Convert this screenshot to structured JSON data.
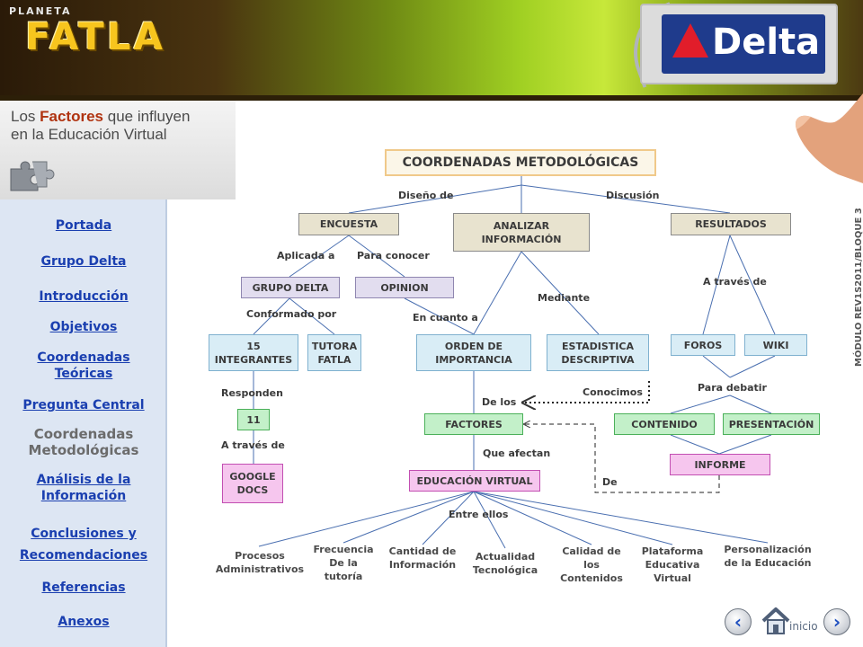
{
  "header": {
    "brand_top": "PLANETA",
    "brand_main": "FATLA",
    "partner_logo": "Delta"
  },
  "subtitle": {
    "line1_a": "Los ",
    "line1_b": "Factores",
    "line1_c": " que influyen",
    "line2": "en la Educación Virtual"
  },
  "module_label": "MÓDULO REV1S2011/BLOQUE 3",
  "sidebar": {
    "items": [
      {
        "label": "Portada"
      },
      {
        "label": "Grupo Delta"
      },
      {
        "label": "Introducción"
      },
      {
        "label": "Objetivos"
      },
      {
        "label": "Coordenadas Teóricas"
      },
      {
        "label": "Pregunta Central"
      },
      {
        "label": "Coordenadas Metodológicas"
      },
      {
        "label": "Análisis de la Información"
      },
      {
        "label": "Conclusiones y Recomendaciones"
      },
      {
        "label": "Referencias"
      },
      {
        "label": "Anexos"
      }
    ]
  },
  "map": {
    "title": "COORDENADAS METODOLÓGICAS",
    "nodes": {
      "encuesta": "ENCUESTA",
      "analizar": "ANALIZAR INFORMACIÓN",
      "resultados": "RESULTADOS",
      "grupo_delta": "GRUPO DELTA",
      "opinion": "OPINION",
      "integrantes": "15 INTEGRANTES",
      "tutora": "TUTORA FATLA",
      "orden": "ORDEN DE IMPORTANCIA",
      "estadistica": "ESTADISTICA DESCRIPTIVA",
      "foros": "FOROS",
      "wiki": "WIKI",
      "once": "11",
      "factores": "FACTORES",
      "contenido": "CONTENIDO",
      "presentacion": "PRESENTACIÓN",
      "informe": "INFORME",
      "google_docs": "GOOGLE DOCS",
      "educacion": "EDUCACIÓN VIRTUAL"
    },
    "links": {
      "diseno": "Diseño de",
      "discusion": "Discusión",
      "aplicada": "Aplicada a",
      "para_conocer": "Para conocer",
      "a_traves_de": "A través de",
      "conformado": "Conformado por",
      "en_cuanto": "En cuanto a",
      "mediante": "Mediante",
      "responden": "Responden",
      "conocimos": "Conocimos",
      "de_los": "De los",
      "para_debatir": "Para debatir",
      "a_traves_de_2": "A través de",
      "que_afectan": "Que afectan",
      "de": "De",
      "entre_ellos": "Entre ellos"
    },
    "leaves": {
      "procesos": "Procesos Administrativos",
      "frecuencia": "Frecuencia De la tutoría",
      "cantidad": "Cantidad de Información",
      "actualidad": "Actualidad Tecnológica",
      "calidad": "Calidad de los Contenidos",
      "plataforma": "Plataforma Educativa Virtual",
      "personalizacion": "Personalización de la Educación"
    }
  },
  "footer": {
    "home_label": "inicio",
    "prev_glyph": "‹",
    "next_glyph": "›"
  },
  "colors": {
    "nav_link": "#1a3fb0",
    "sidebar_bg": "#dde6f3",
    "green_node": "#c3f0c9",
    "pink_node": "#f6c6ee"
  }
}
